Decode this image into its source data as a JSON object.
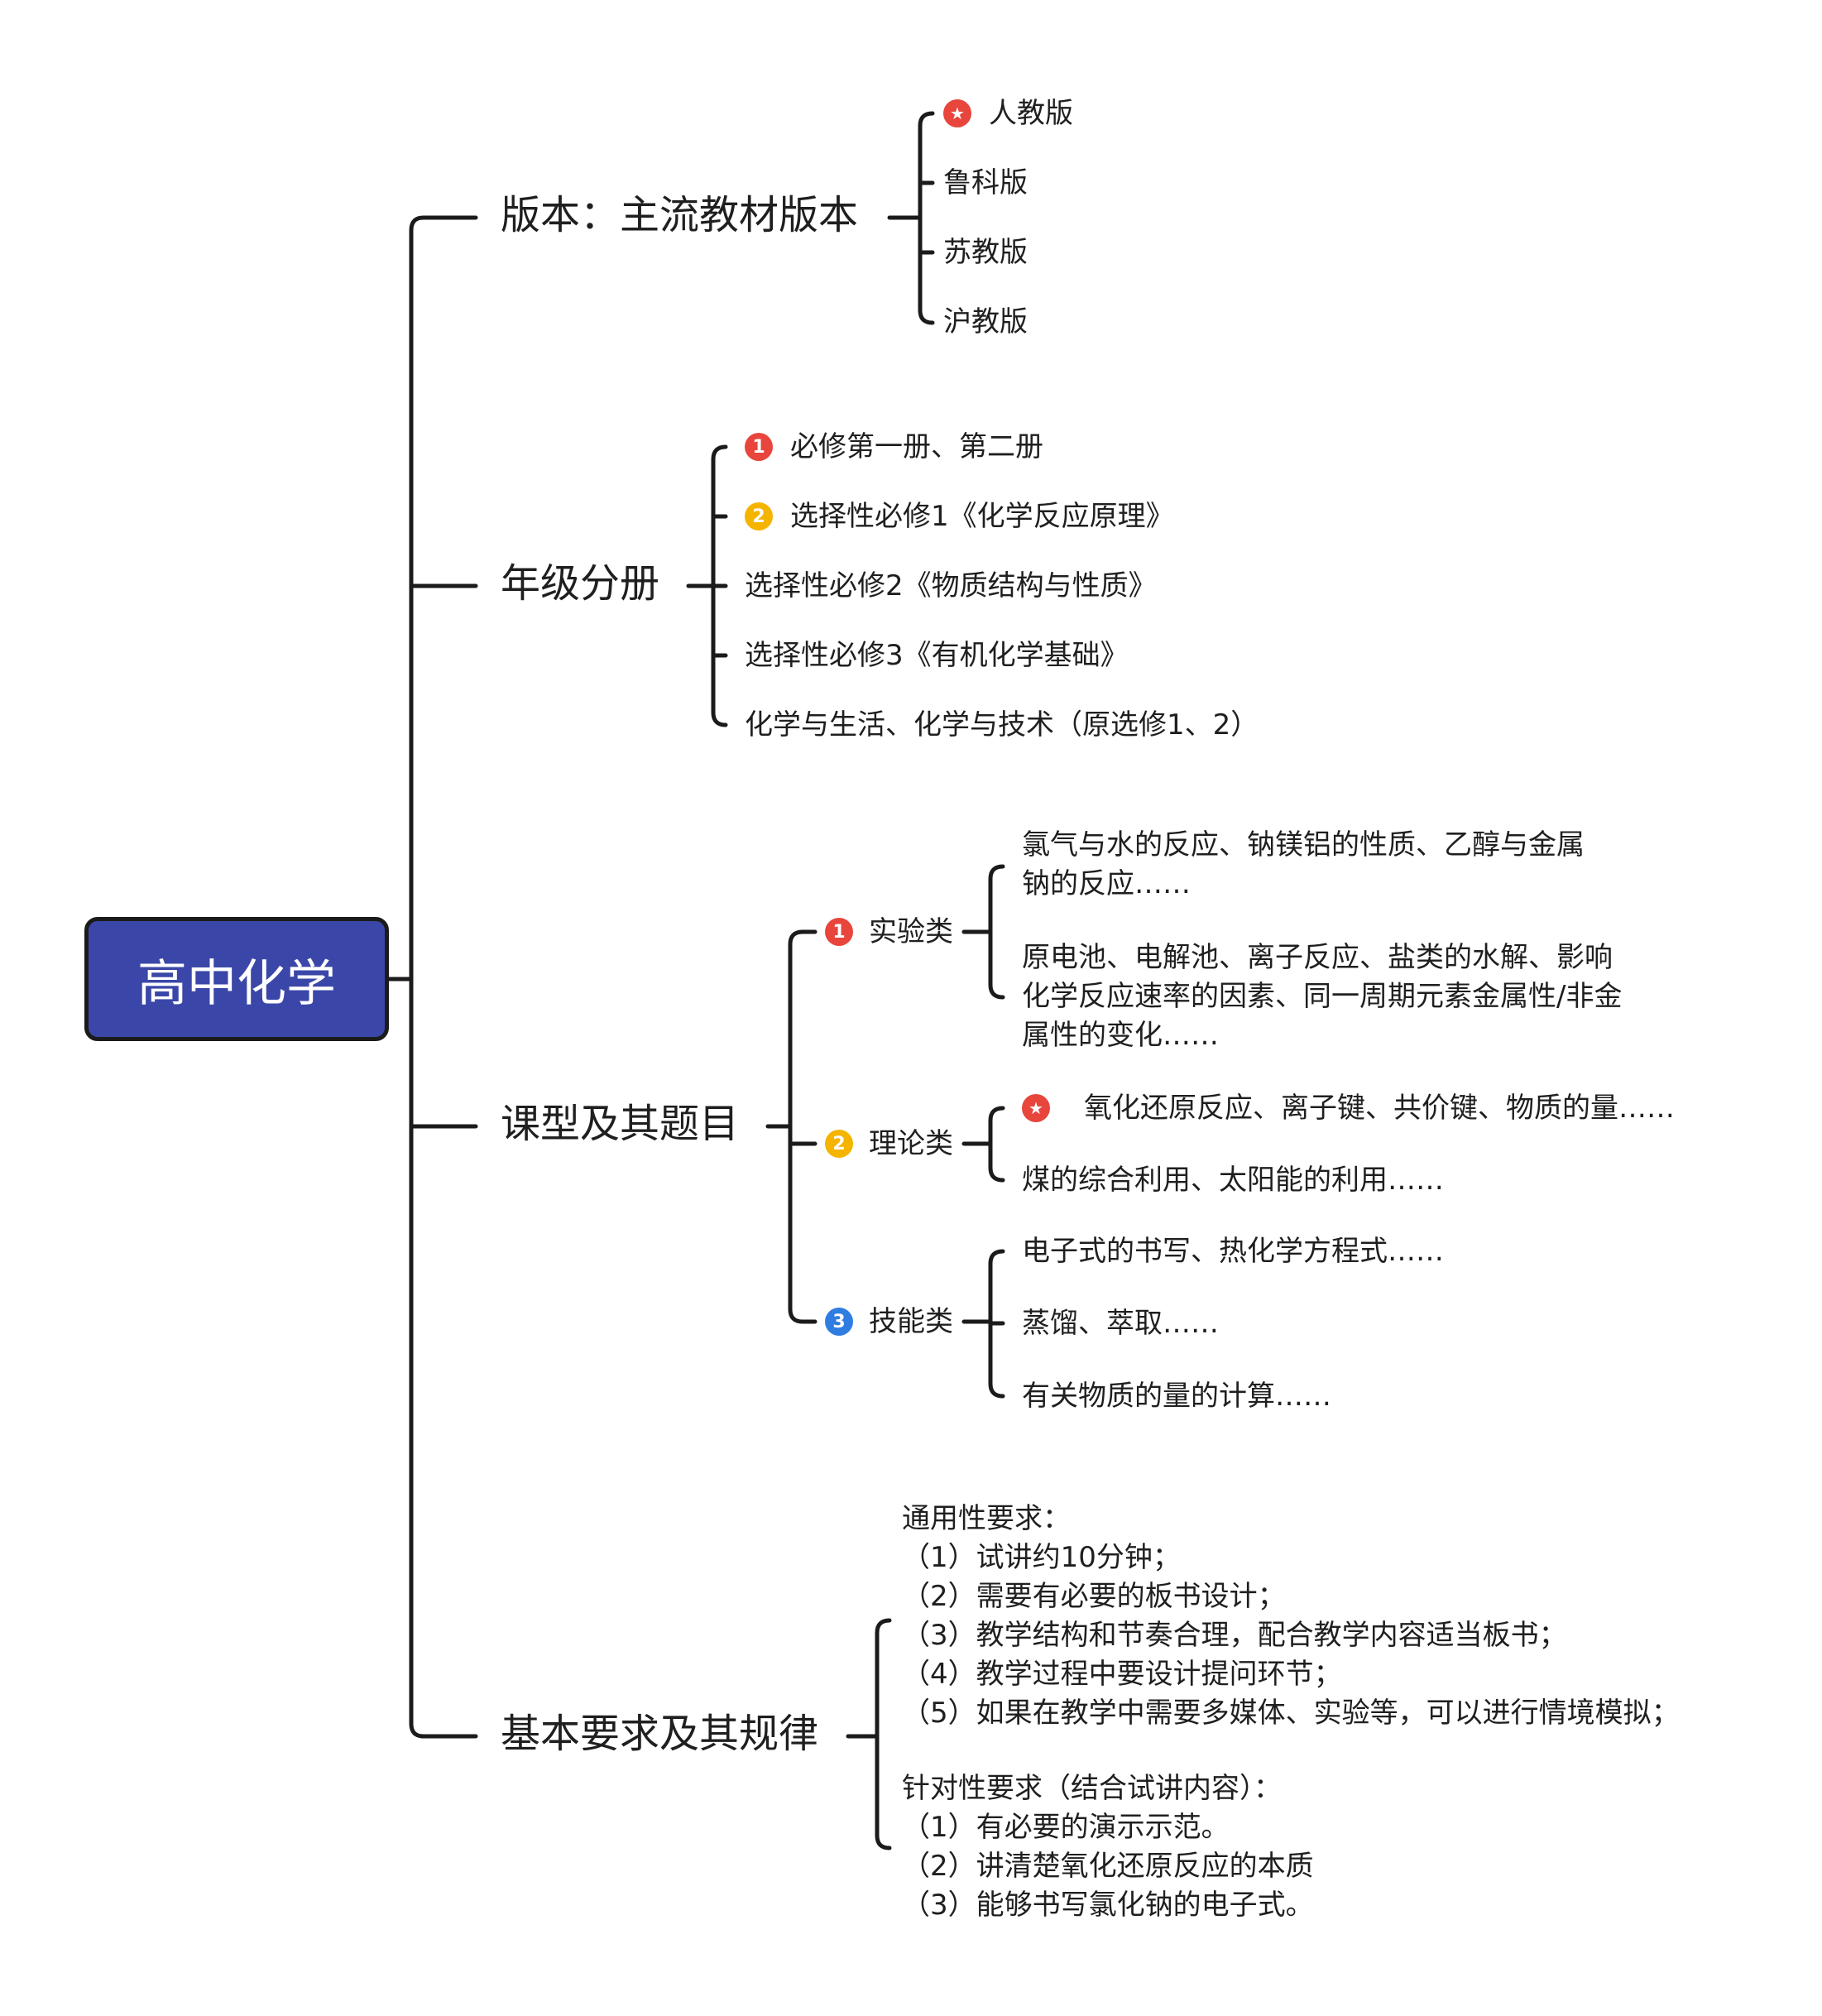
{
  "colors": {
    "root_fill": "#3b47a8",
    "line": "#1b1b1b",
    "icon_red": "#e8453c",
    "icon_orange": "#f4b400",
    "icon_blue": "#2f7de1"
  },
  "root": {
    "label": "高中化学"
  },
  "branches": {
    "version": {
      "label": "版本：主流教材版本",
      "children": [
        {
          "label": "人教版",
          "icon": "star-icon"
        },
        {
          "label": "鲁科版"
        },
        {
          "label": "苏教版"
        },
        {
          "label": "沪教版"
        }
      ]
    },
    "grade": {
      "label": "年级分册",
      "children": [
        {
          "label": "必修第一册、第二册",
          "icon": "number-1-icon"
        },
        {
          "label": "选择性必修1《化学反应原理》",
          "icon": "number-2-icon"
        },
        {
          "label": "选择性必修2《物质结构与性质》"
        },
        {
          "label": "选择性必修3《有机化学基础》"
        },
        {
          "label": "化学与生活、化学与技术（原选修1、2）"
        }
      ]
    },
    "course": {
      "label": "课型及其题目",
      "groups": [
        {
          "label": "实验类",
          "icon": "number-1-icon",
          "marker": "1",
          "items": [
            {
              "label": "氯气与水的反应、钠镁铝的性质、乙醇与金属\n钠的反应……"
            },
            {
              "label": "原电池、电解池、离子反应、盐类的水解、影响\n化学反应速率的因素、同一周期元素金属性/非金\n属性的变化……"
            }
          ]
        },
        {
          "label": "理论类",
          "icon": "number-2-icon",
          "marker": "2",
          "items": [
            {
              "label": "氧化还原反应、离子键、共价键、物质的量……",
              "icon": "star-icon"
            },
            {
              "label": "煤的综合利用、太阳能的利用……"
            }
          ]
        },
        {
          "label": "技能类",
          "icon": "number-3-icon",
          "marker": "3",
          "items": [
            {
              "label": "电子式的书写、热化学方程式……"
            },
            {
              "label": "蒸馏、萃取……"
            },
            {
              "label": "有关物质的量的计算……"
            }
          ]
        }
      ]
    },
    "requirements": {
      "label": "基本要求及其规律",
      "general": "通用性要求：\n（1）试讲约10分钟；\n（2）需要有必要的板书设计；\n（3）教学结构和节奏合理，配合教学内容适当板书；\n（4）教学过程中要设计提问环节；\n（5）如果在教学中需要多媒体、实验等，可以进行情境模拟；",
      "specific": "针对性要求（结合试讲内容）：\n（1）有必要的演示示范。\n（2）讲清楚氧化还原反应的本质\n（3）能够书写氯化钠的电子式。"
    }
  }
}
